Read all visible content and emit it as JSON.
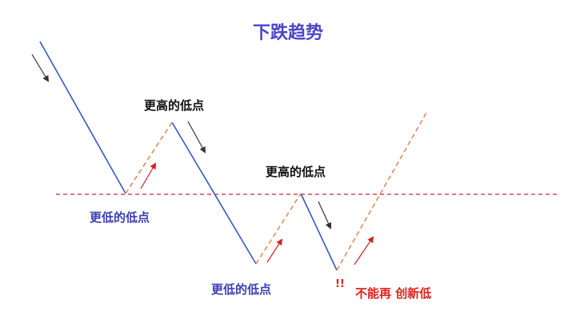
{
  "title": "下跌趋势",
  "labels": {
    "higher_low_1": "更高的低点",
    "higher_low_2": "更高的低点",
    "lower_low_1": "更低的低点",
    "lower_low_2": "更低的低点",
    "no_new_low": "不能再 创新低",
    "exclamation": "!!"
  },
  "colors": {
    "title": "#4a45c8",
    "blue_line": "#3558c6",
    "dashed_orange": "#e5895a",
    "dashed_red": "#c8243a",
    "arrow_dark": "#333333",
    "arrow_red": "#d61f26",
    "label_blue": "#3b3fb0",
    "label_red": "#e0201c"
  }
}
